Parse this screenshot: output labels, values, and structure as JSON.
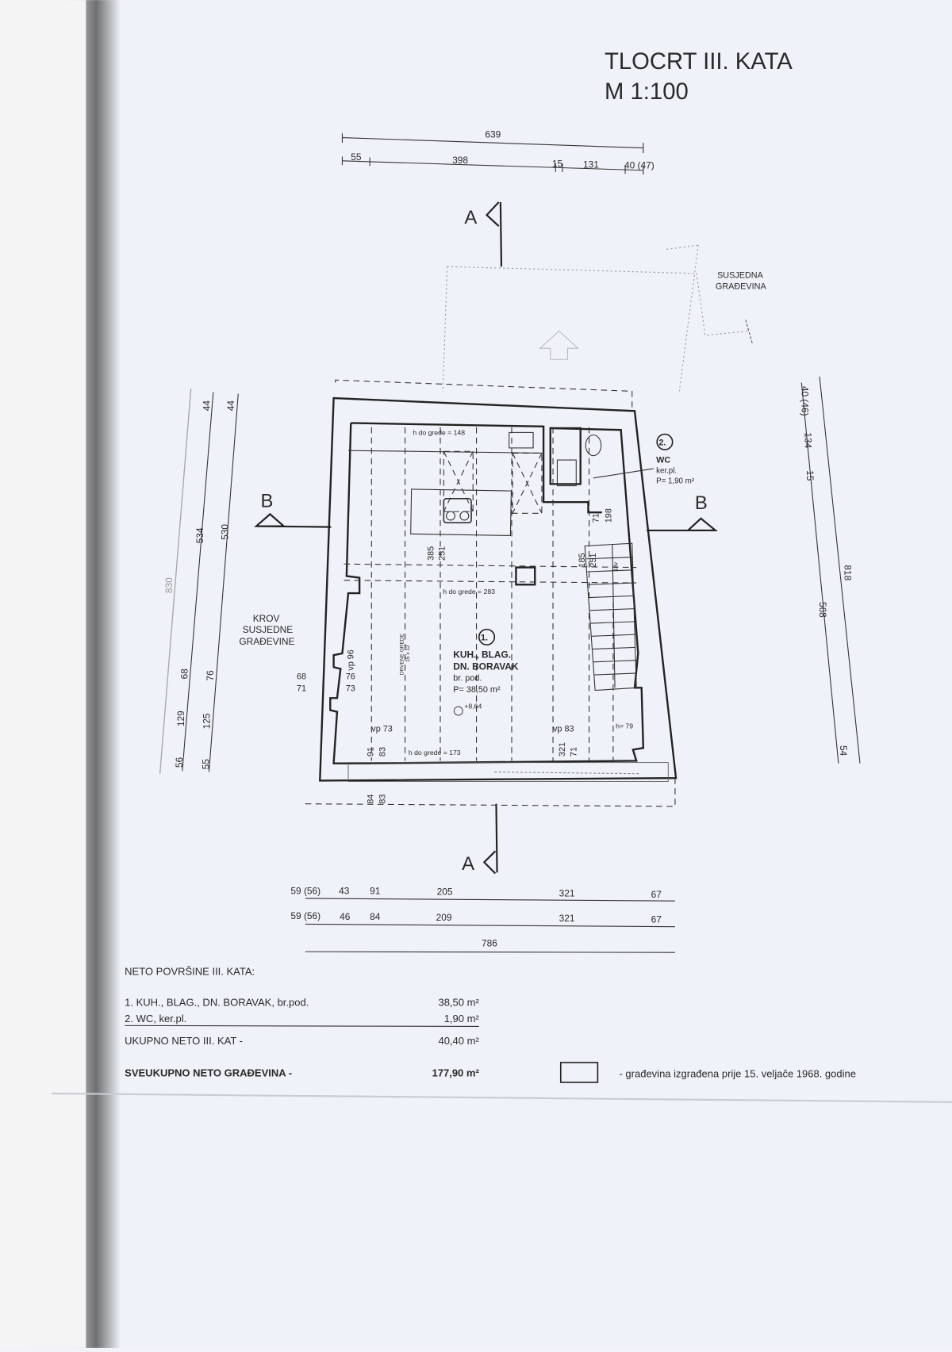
{
  "title": {
    "line1": "TLOCRT III. KATA",
    "line2": "M 1:100"
  },
  "top_dims": {
    "total": "639",
    "segments": [
      "55",
      "398",
      "15",
      "131",
      "40 (47)"
    ]
  },
  "sections": {
    "a_top": "A",
    "a_bottom": "A",
    "b_left": "B",
    "b_right": "B"
  },
  "neighbors": {
    "susjedna": [
      "SUSJEDNA",
      "GRAĐEVINA"
    ],
    "krov": [
      "KROV",
      "SUSJEDNE",
      "GRAĐEVINE"
    ]
  },
  "rooms": [
    {
      "number": "1.",
      "name1": "KUH., BLAG.",
      "name2": "DN. BORAVAK",
      "floor": "br. pod.",
      "area": "P= 38,50 m²"
    },
    {
      "number": "2.",
      "name1": "WC",
      "floor": "ker.pl.",
      "area": "P= 1,90 m²"
    }
  ],
  "annotations": {
    "h148": "h do grede = 148",
    "h283": "h do grede = 283",
    "h173": "h do grede = 173",
    "h79": "h= 79",
    "beams": [
      "DRVENE GREDE",
      "15 x 12"
    ],
    "level": "+8,64",
    "vp96": "vp 96",
    "vp73": "vp 73",
    "vp83": "vp 83",
    "stairs": "18v",
    "inner": [
      "385",
      "251",
      "185",
      "251",
      "71",
      "198",
      "91",
      "83",
      "84",
      "83",
      "321",
      "71",
      "76",
      "73",
      "68",
      "71"
    ]
  },
  "left_dims": {
    "outer": "830",
    "col1": [
      "44",
      "534",
      "68",
      "129",
      "56"
    ],
    "col2": [
      "44",
      "530",
      "76",
      "125",
      "55"
    ]
  },
  "right_dims": {
    "col1": [
      "40 (46)",
      "134",
      "15",
      "568",
      "54"
    ],
    "total": "818"
  },
  "bottom_dims": {
    "row1": [
      "59 (56)",
      "43",
      "91",
      "205",
      "321",
      "67"
    ],
    "row2": [
      "59 (56)",
      "46",
      "84",
      "209",
      "321",
      "67"
    ],
    "total": "786"
  },
  "areas_table": {
    "heading": "NETO POVRŠINE III. KATA:",
    "rows": [
      {
        "label": "1. KUH., BLAG., DN. BORAVAK, br.pod.",
        "value": "38,50 m²"
      },
      {
        "label": "2. WC, ker.pl.",
        "value": "1,90 m²"
      }
    ],
    "subtotal_label": "UKUPNO NETO III. KAT -",
    "subtotal_value": "40,40 m²",
    "grand_label": "SVEUKUPNO NETO GRAĐEVINA -",
    "grand_value": "177,90 m²"
  },
  "legend": {
    "text": "- građevina izgrađena prije 15. veljače 1968. godine"
  }
}
